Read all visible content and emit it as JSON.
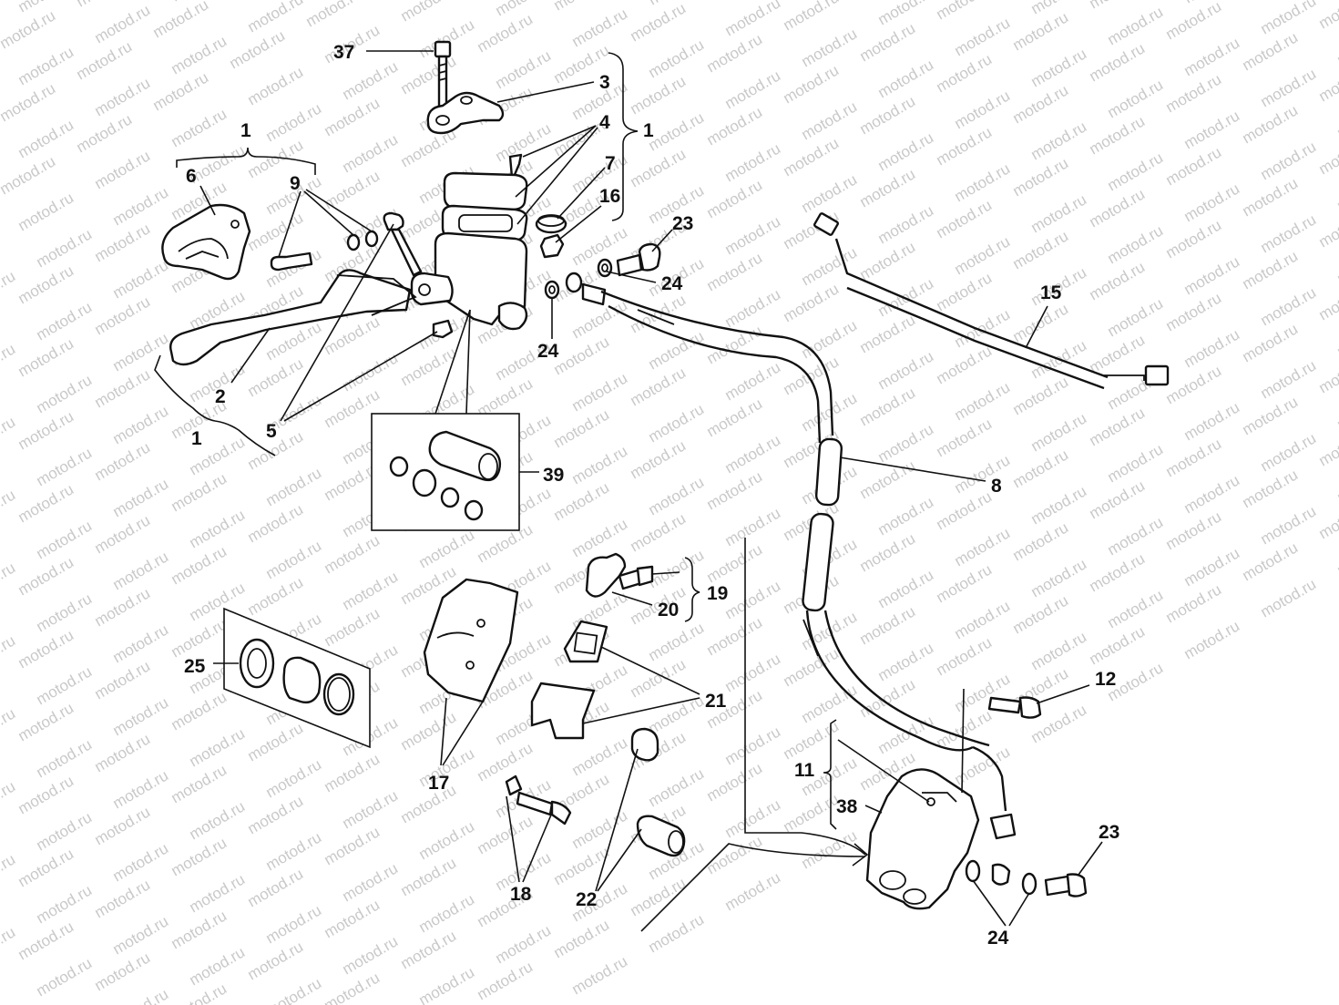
{
  "watermark": "motod.ru",
  "callouts": {
    "c37": "37",
    "c3": "3",
    "c4": "4",
    "c1_top": "1",
    "c7": "7",
    "c16": "16",
    "c23_top": "23",
    "c24_right": "24",
    "c24_left": "24",
    "c1_left": "1",
    "c6": "6",
    "c9": "9",
    "c2": "2",
    "c5": "5",
    "c1_bottom": "1",
    "c39": "39",
    "c15": "15",
    "c8": "8",
    "c19": "19",
    "c20": "20",
    "c25": "25",
    "c21": "21",
    "c17": "17",
    "c12": "12",
    "c11": "11",
    "c38": "38",
    "c23_bottom": "23",
    "c24_bottom": "24",
    "c18": "18",
    "c22": "22"
  }
}
